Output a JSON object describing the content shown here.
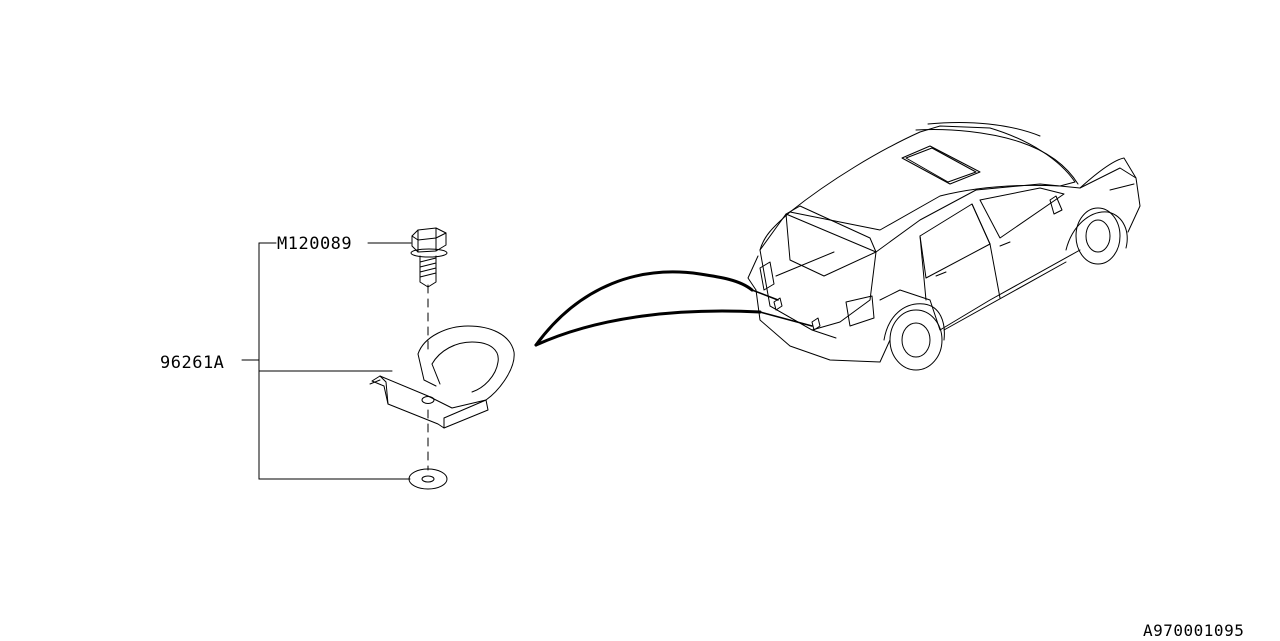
{
  "diagram": {
    "part_labels": {
      "bolt": "M120089",
      "hook_assembly": "96261A"
    },
    "reference_code": "A970001095"
  },
  "colors": {
    "line": "#000000",
    "background": "#ffffff"
  }
}
